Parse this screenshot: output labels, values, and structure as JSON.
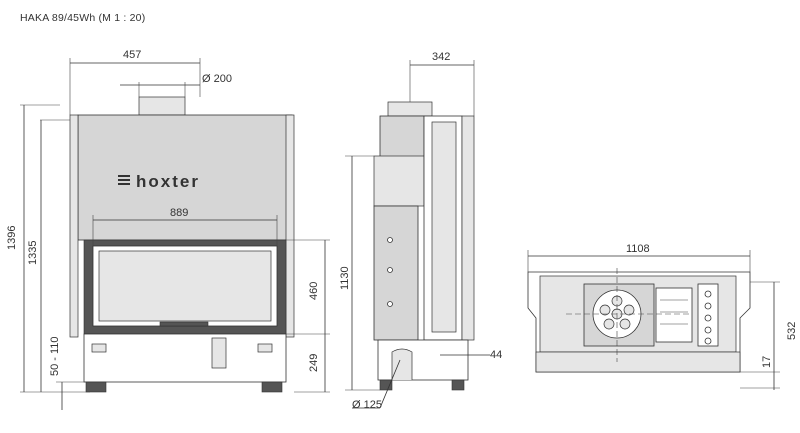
{
  "title": "HAKA 89/45Wh (M 1 : 20)",
  "brand": "hoxter",
  "dimensions": {
    "front_width_top": "457",
    "flue_diameter": "Ø 200",
    "glass_width": "889",
    "total_height": "1396",
    "body_height": "1335",
    "leg_range": "50 - 110",
    "door_height": "460",
    "base_height": "249",
    "side_depth": "342",
    "side_height": "1130",
    "side_offset": "44",
    "air_diameter": "Ø 125",
    "top_width": "1108",
    "top_depth": "532",
    "top_small": "17"
  },
  "colors": {
    "body": "#d6d6d6",
    "line": "#333333",
    "dark": "#555555"
  }
}
